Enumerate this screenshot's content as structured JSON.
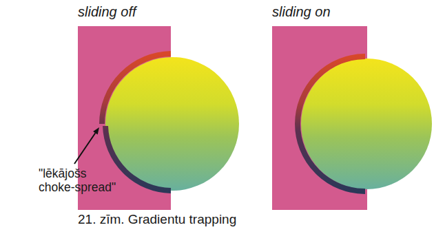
{
  "diagram": {
    "caption": "21. zīm. Gradientu trapping",
    "labels": [
      "sliding off",
      "sliding on",
      "\"lēkājošs choke-spread\""
    ]
  }
}
